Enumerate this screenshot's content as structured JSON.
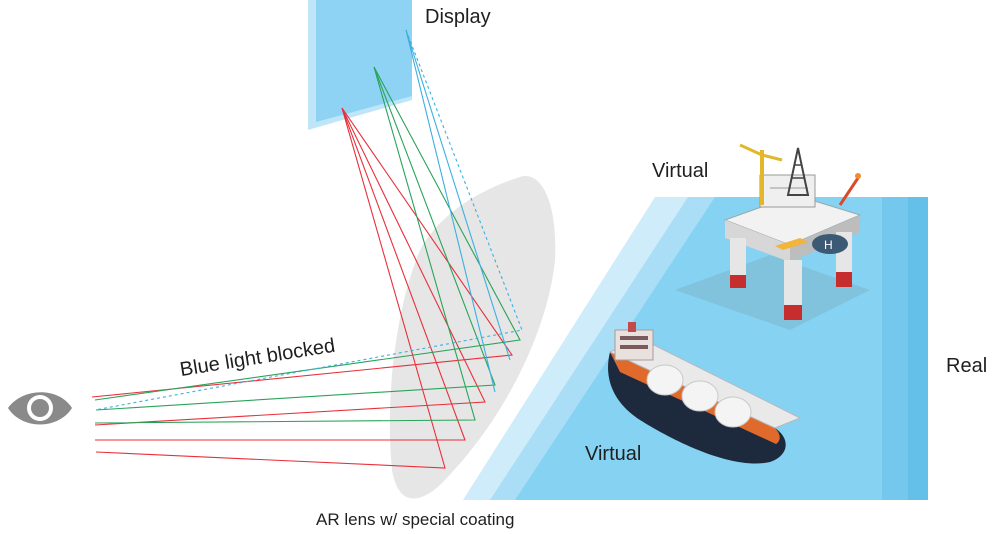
{
  "labels": {
    "display": "Display",
    "virtual_top": "Virtual",
    "virtual_bottom": "Virtual",
    "real": "Real",
    "blue_light_blocked": "Blue light blocked",
    "lens": "AR lens w/ special coating"
  },
  "colors": {
    "red_ray": "#e8303a",
    "green_ray": "#2aa35a",
    "blue_ray": "#3bb0e0",
    "display": "#8fd3f4",
    "sea": "#86d2f2",
    "lens": "#e6e6e6",
    "eye": "#8a8a8a"
  },
  "icons": [
    "eye-icon"
  ]
}
